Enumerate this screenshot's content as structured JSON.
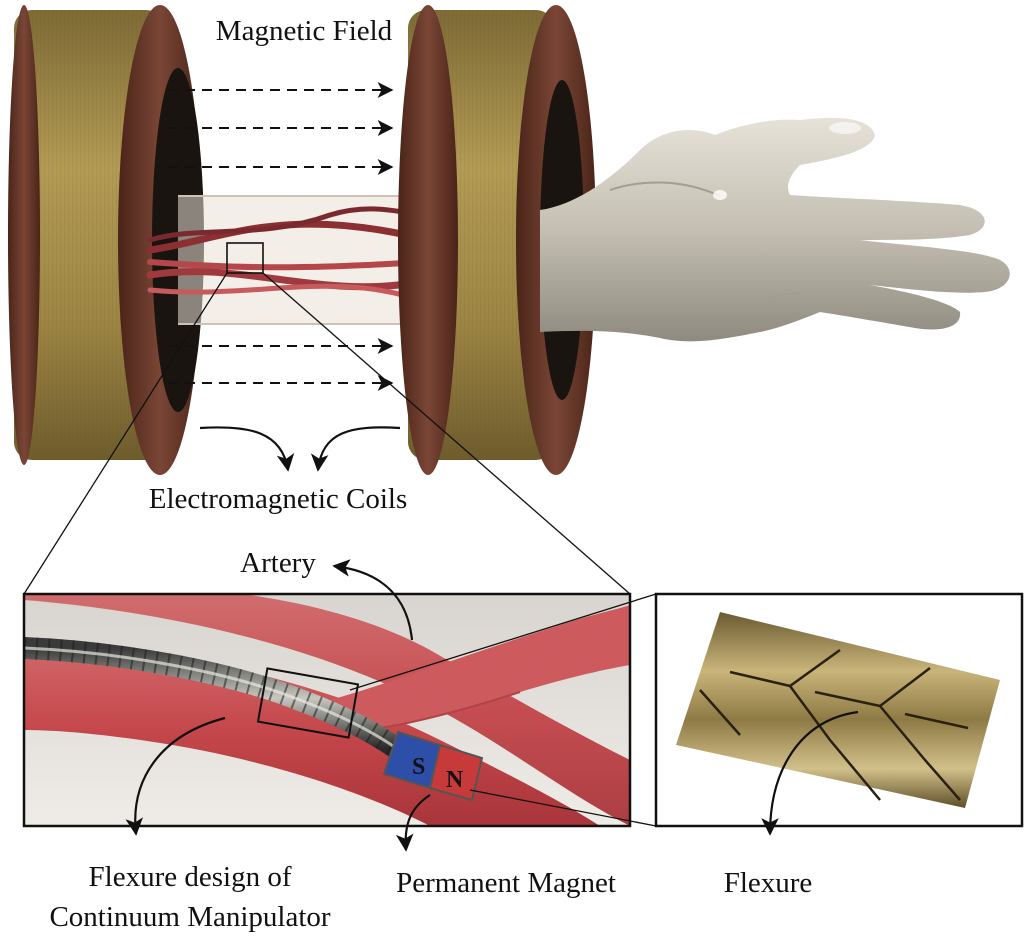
{
  "labels": {
    "magnetic_field": "Magnetic Field",
    "electromagnetic_coils": "Electromagnetic Coils",
    "artery": "Artery",
    "flexure_design_line1": "Flexure design of",
    "flexure_design_line2": "Continuum Manipulator",
    "permanent_magnet": "Permanent Magnet",
    "flexure": "Flexure",
    "magnet_south": "S",
    "magnet_north": "N"
  },
  "colors": {
    "coil_winding": "#a8904a",
    "coil_flange": "#6b3a2c",
    "artery": "#c4464a",
    "magnet_south": "#2e4fa8",
    "magnet_north": "#c83a3a",
    "hand": "#c9c4b8"
  }
}
